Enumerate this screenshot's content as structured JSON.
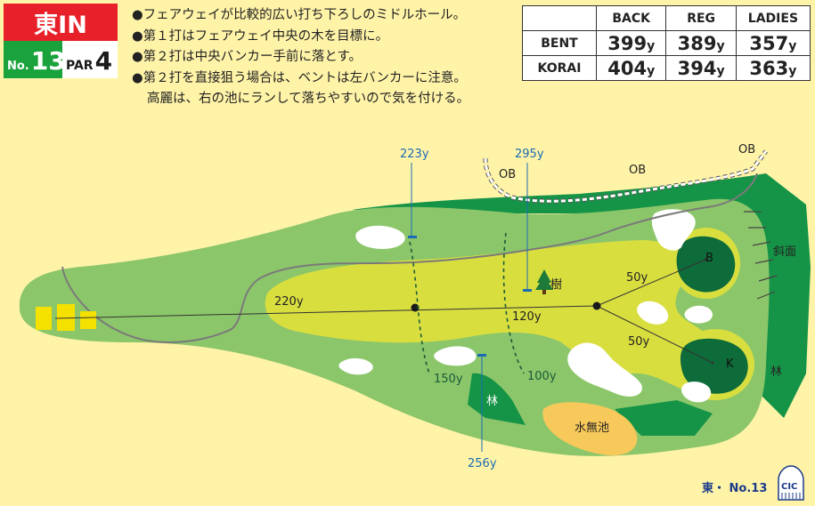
{
  "badge": {
    "course": "東IN",
    "no_prefix": "No.",
    "no_value": "13",
    "par_prefix": "PAR",
    "par_value": "4"
  },
  "notes": [
    "●フェアウェイが比較的広い打ち下ろしのミドルホール。",
    "●第１打はフェアウェイ中央の木を目標に。",
    "●第２打は中央バンカー手前に落とす。",
    "●第２打を直接狙う場合は、ベントは左バンカーに注意。",
    "高麗は、右の池にランして落ちやすいので気を付ける。"
  ],
  "yardage": {
    "headers": [
      "BACK",
      "REG",
      "LADIES"
    ],
    "unit": "y",
    "rows": [
      {
        "name": "BENT",
        "values": [
          "399",
          "389",
          "357"
        ]
      },
      {
        "name": "KORAI",
        "values": [
          "404",
          "394",
          "363"
        ]
      }
    ]
  },
  "map": {
    "dist_223": "223y",
    "dist_295": "295y",
    "dist_256": "256y",
    "dist_220": "220y",
    "dist_120": "120y",
    "dist_150": "150y",
    "dist_100": "100y",
    "dist_50a": "50y",
    "dist_50b": "50y",
    "ob1": "OB",
    "ob2": "OB",
    "ob3": "OB",
    "tree_label": "樹",
    "slope_label": "斜面",
    "woods_left": "林",
    "woods_right": "林",
    "waterless_pond": "水無池",
    "green_b": "B",
    "green_k": "K"
  },
  "footer": {
    "text": "東・ No.13",
    "logo_text": "CIC"
  },
  "colors": {
    "red": "#e8202a",
    "green": "#1aa33c",
    "background": "#fff3a8",
    "rough": "#8cc66a",
    "fairway": "#d9de3f",
    "trees": "#159447",
    "green_dark": "#0e6b3a",
    "blue": "#1b6cb4"
  }
}
